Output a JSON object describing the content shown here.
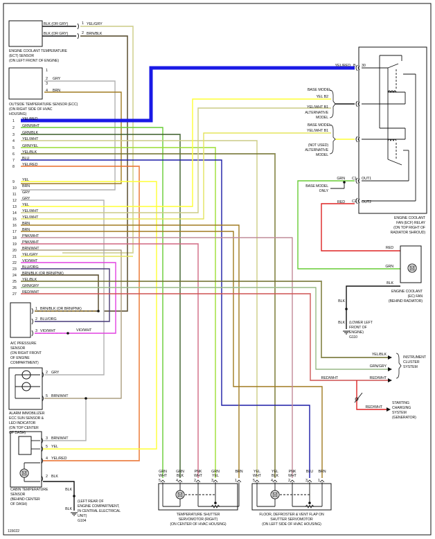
{
  "diagram": {
    "figure_id": "115022",
    "colors": {
      "BLU_heavy": "#1a1ae6",
      "BLU": "#1a1aa6",
      "GRN": "#66cc33",
      "YEL": "#ffff33",
      "BLK": "#222222",
      "BRN": "#a07a20",
      "GRY": "#b0b0b0",
      "RED": "#dd2222",
      "PNK": "#e0406a",
      "VIO": "#e040e0",
      "WIRE": "#111111"
    },
    "ect_sensor": {
      "caption": [
        "ENGINE COOLANT TEMPERATURE",
        "(ECT) SENSOR",
        "(ON LEFT FRONT OF ENGINE)"
      ],
      "pins": [
        {
          "num": "1",
          "left_label": "BLK (OR GRY)",
          "right_label": "YEL/GRY"
        },
        {
          "num": "2",
          "left_label": "BLK (OR GRY)",
          "right_label": "BRN/BLK"
        }
      ]
    },
    "outside_temp_sensor": {
      "caption": [
        "OUTSIDE TEMPERATURE SENSOR (ECC)",
        "(ON RIGHT SIDE OF HVAC",
        "HOUSING)"
      ],
      "pins": [
        {
          "num": "1",
          "label": ""
        },
        {
          "num": "2",
          "label": "GRY"
        },
        {
          "num": "3",
          "label": ""
        },
        {
          "num": "4",
          "label": "BRN"
        }
      ]
    },
    "control_module_pins": [
      {
        "num": "1",
        "label": "YEL/RED"
      },
      {
        "num": "2",
        "label": "GRN/WHT"
      },
      {
        "num": "3",
        "label": "GRN/BLK"
      },
      {
        "num": "4",
        "label": "YEL/WHT"
      },
      {
        "num": "5",
        "label": "GRN/YEL"
      },
      {
        "num": "6",
        "label": "YEL/BLK"
      },
      {
        "num": "7",
        "label": "BLU"
      },
      {
        "num": "8",
        "label": "YEL/RED"
      },
      {
        "num": "9",
        "label": "YEL"
      },
      {
        "num": "10",
        "label": "BRN"
      },
      {
        "num": "11",
        "label": "GRY"
      },
      {
        "num": "12",
        "label": "GRY"
      },
      {
        "num": "13",
        "label": "YEL"
      },
      {
        "num": "14",
        "label": "YEL/WHT"
      },
      {
        "num": "15",
        "label": "YEL/WHT"
      },
      {
        "num": "16",
        "label": "BRN"
      },
      {
        "num": "17",
        "label": "BRN"
      },
      {
        "num": "18",
        "label": "PNK/WHT"
      },
      {
        "num": "19",
        "label": "PNK/WHT"
      },
      {
        "num": "20",
        "label": "BRN/WHT"
      },
      {
        "num": "21",
        "label": "YEL/GRY"
      },
      {
        "num": "22",
        "label": "VIO/WHT"
      },
      {
        "num": "23",
        "label": "BLU/ORG"
      },
      {
        "num": "24",
        "label": "BRN/BLK (OR BRN/PNK)"
      },
      {
        "num": "25",
        "label": "YEL/BLK"
      },
      {
        "num": "26",
        "label": "GRN/GRY"
      },
      {
        "num": "27",
        "label": "RED/WHT"
      }
    ],
    "ac_pressure_sensor": {
      "caption": [
        "A/C PRESSURE",
        "SENSOR",
        "(ON RIGHT FRONT",
        "OF ENGINE",
        "COMPARTMENT)"
      ],
      "pins": [
        {
          "num": "1",
          "label": "BRN/BLK (OR BRN/PNK)"
        },
        {
          "num": "2",
          "label": "BLU/ORG"
        },
        {
          "num": "3",
          "label": "VIO/WHT",
          "splice_label": "VIO/WHT"
        }
      ]
    },
    "sun_sensor": {
      "caption": [
        "ALARM IMMOBILIZER",
        "ECC SUN SENSOR &",
        "LED INDICATOR",
        "(ON TOP CENTER",
        "OF DASH)"
      ],
      "pins": [
        {
          "num": "2",
          "label": "GRY"
        },
        {
          "num": "5",
          "label": "BRN/WHT"
        }
      ]
    },
    "cabin_temp_sensor": {
      "caption": [
        "CABIN TEMPERATURE",
        "SENSOR",
        "(BEHIND CENTER",
        "OF DASH)"
      ],
      "pins": [
        {
          "num": "3",
          "label": "BRN/WHT"
        },
        {
          "num": "5",
          "label": "YEL"
        },
        {
          "num": "4",
          "label": "YEL/RED"
        },
        {
          "num": "2",
          "label": "BLK"
        }
      ]
    },
    "ground_g104": {
      "wire_upper": "BLK",
      "wire_lower": "BLK",
      "caption": [
        "(LEFT REAR OF",
        "ENGINE COMPARTMENT,",
        "IN CENTRAL ELECTRICAL",
        "UNIT)",
        "G104"
      ]
    },
    "ground_g110": {
      "wire_upper": "BLK",
      "wire_lower": "BLK",
      "caption": [
        "(LOWER LEFT",
        "FRONT OF",
        "ENGINE)",
        "G110"
      ]
    },
    "fan_relay": {
      "caption": [
        "ENGINE COOLANT",
        "FAN (ECF) RELAY",
        "(ON TOP RIGHT OF",
        "RADIATOR SHROUD)"
      ],
      "terminal_30": {
        "wire": "YEL/RED",
        "connector": "B",
        "terminal": "30"
      },
      "group1": {
        "top": "BASE MODEL",
        "line1": "YEL  B2",
        "line2": "YEL/WHT  B1",
        "bottom": [
          "ALTERNATIVE",
          "MODEL"
        ]
      },
      "group2": {
        "top": "BASE MODEL",
        "line1": "YEL/WHT  B1",
        "bottom": [
          "(NOT USED)",
          "ALTERNATIVE",
          "MODEL"
        ]
      },
      "out1": {
        "wire": "GRN",
        "connector": "C1",
        "terminal": "OUT1",
        "note": [
          "BASE MODEL",
          "ONLY"
        ]
      },
      "out2": {
        "wire": "RED",
        "connector": "C2",
        "terminal": "OUT2"
      }
    },
    "fan_motor": {
      "caption": [
        "ENGINE COOLANT",
        "(EC) FAN",
        "(BEHIND RADIATOR)"
      ],
      "pins": [
        {
          "label": "RED"
        },
        {
          "label": "GRN"
        },
        {
          "label": "BLK"
        }
      ]
    },
    "instrument_cluster": {
      "caption": [
        "INSTRUMENT",
        "CLUSTER",
        "SYSTEM"
      ],
      "inputs": [
        {
          "label": "YEL/BLK"
        },
        {
          "label": "GRN/GRY"
        },
        {
          "label": "RED/WHT"
        }
      ],
      "splice_label": "RED/WHT"
    },
    "charging_system": {
      "wire": "RED/WHT",
      "caption": [
        "STARTING",
        "CHARGING",
        "SYSTEM",
        "(GENERATOR)"
      ]
    },
    "temp_servo": {
      "caption": [
        "TEMPERATURE SHUTTER",
        "SERVOMOTOR (RIGHT)",
        "(ON CENTER OF HVAC HOUSING)"
      ],
      "pins": [
        {
          "num": "5",
          "label": [
            "GRN",
            "WHT"
          ]
        },
        {
          "num": "4",
          "label": [
            "GRN",
            "BLK"
          ]
        },
        {
          "num": "2",
          "label": [
            "PNK",
            "WHT"
          ]
        },
        {
          "num": "3",
          "label": [
            "GRN",
            "YEL"
          ]
        },
        {
          "num": "1",
          "label": [
            "BRN",
            ""
          ]
        }
      ]
    },
    "floor_servo": {
      "caption": [
        "FLOOR, DEFROSTER & VENT FLAP ON",
        "SHUTTER SERVOMOTOR",
        "(ON LEFT SIDE OF HVAC HOUSING)"
      ],
      "pins": [
        {
          "num": "5",
          "label": [
            "YEL",
            "WHT"
          ]
        },
        {
          "num": "4",
          "label": [
            "YEL",
            "BLK"
          ]
        },
        {
          "num": "2",
          "label": [
            "PNK",
            "WHT"
          ]
        },
        {
          "num": "3",
          "label": [
            "BLU",
            ""
          ]
        },
        {
          "num": "1",
          "label": [
            "BRN",
            ""
          ]
        }
      ]
    }
  }
}
